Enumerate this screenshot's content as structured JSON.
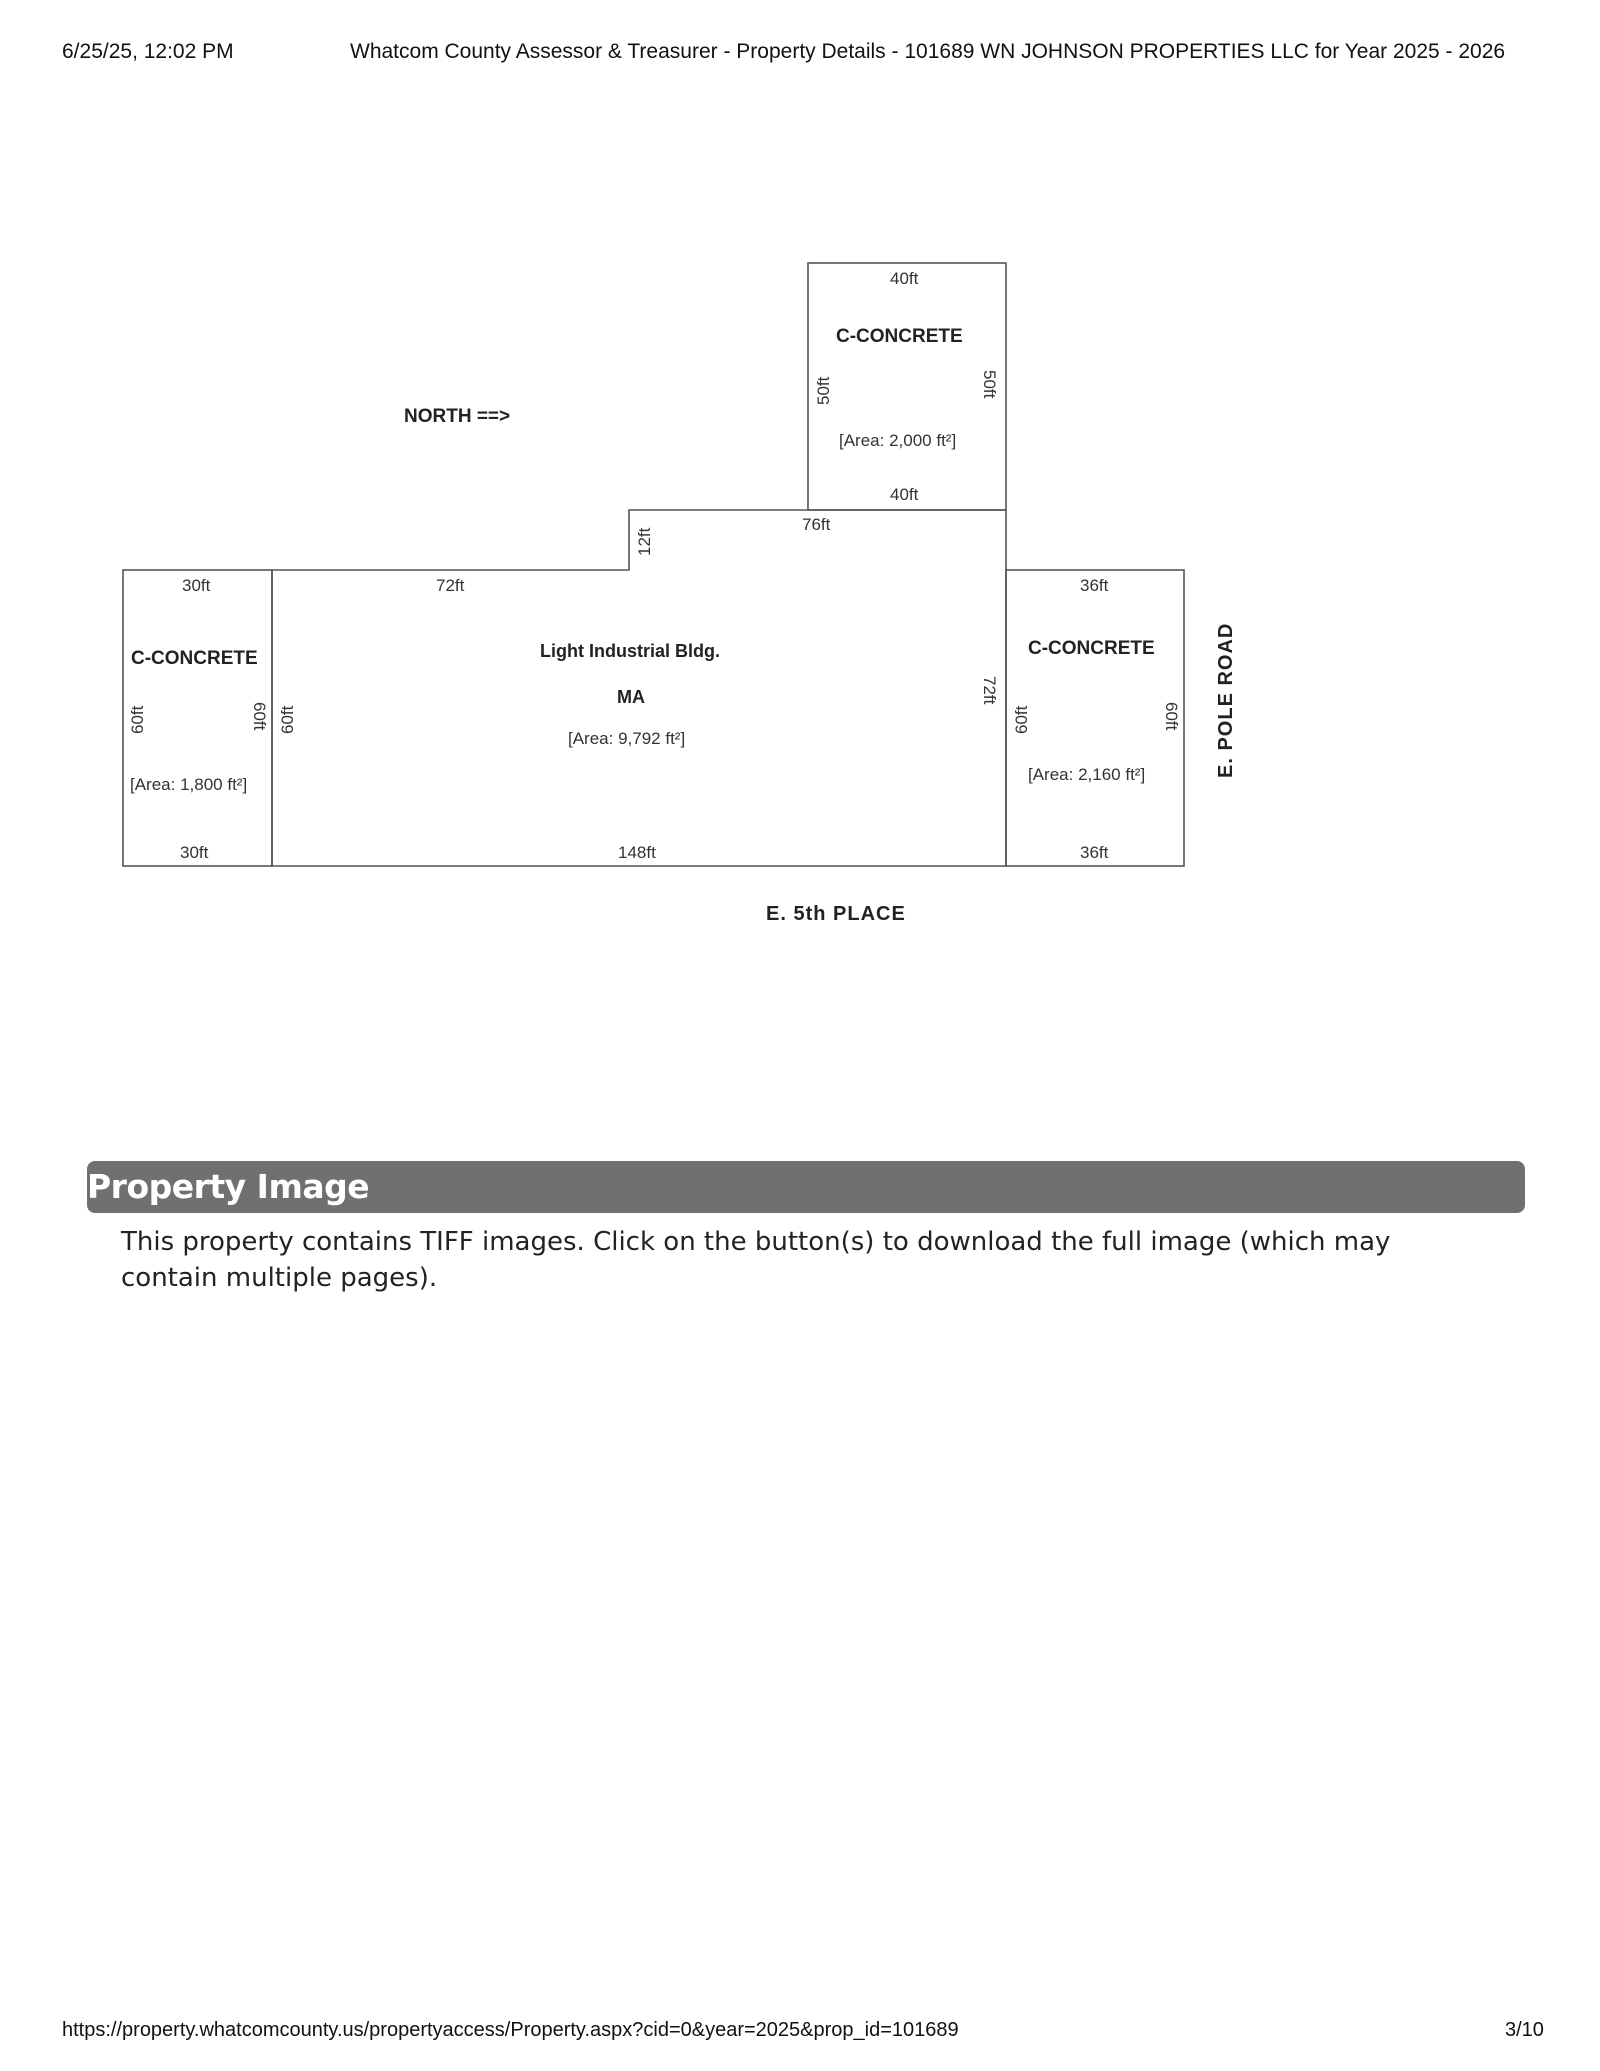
{
  "header": {
    "datetime": "6/25/25, 12:02 PM",
    "title": "Whatcom County Assessor & Treasurer - Property Details - 101689 WN JOHNSON PROPERTIES LLC for Year 2025 - 2026"
  },
  "sketch": {
    "north_label": "NORTH ==>",
    "road_bottom": "E. 5th PLACE",
    "road_right": "E. POLE ROAD",
    "top_concrete": {
      "label": "C-CONCRETE",
      "area": "[Area: 2,000 ft²]",
      "dim_top": "40ft",
      "dim_bottom": "40ft",
      "dim_left": "50ft",
      "dim_right": "50ft"
    },
    "left_concrete": {
      "label": "C-CONCRETE",
      "area": "[Area: 1,800 ft²]",
      "dim_top": "30ft",
      "dim_bottom": "30ft",
      "dim_left": "60ft",
      "dim_right": "60ft"
    },
    "right_concrete": {
      "label": "C-CONCRETE",
      "area": "[Area: 2,160 ft²]",
      "dim_top": "36ft",
      "dim_bottom": "36ft",
      "dim_left": "60ft",
      "dim_right": "60ft"
    },
    "main_building": {
      "label": "Light Industrial Bldg.",
      "sublabel": "MA",
      "area": "[Area: 9,792 ft²]",
      "dim_top_left": "72ft",
      "dim_top_right": "76ft",
      "dim_step": "12ft",
      "dim_left": "60ft",
      "dim_right": "72ft",
      "dim_bottom": "148ft"
    }
  },
  "section": {
    "title": "Property Image",
    "description": "This property contains TIFF images. Click on the button(s) to download the full image (which may contain multiple pages)."
  },
  "footer": {
    "url": "https://property.whatcomcounty.us/propertyaccess/Property.aspx?cid=0&year=2025&prop_id=101689",
    "page": "3/10"
  }
}
